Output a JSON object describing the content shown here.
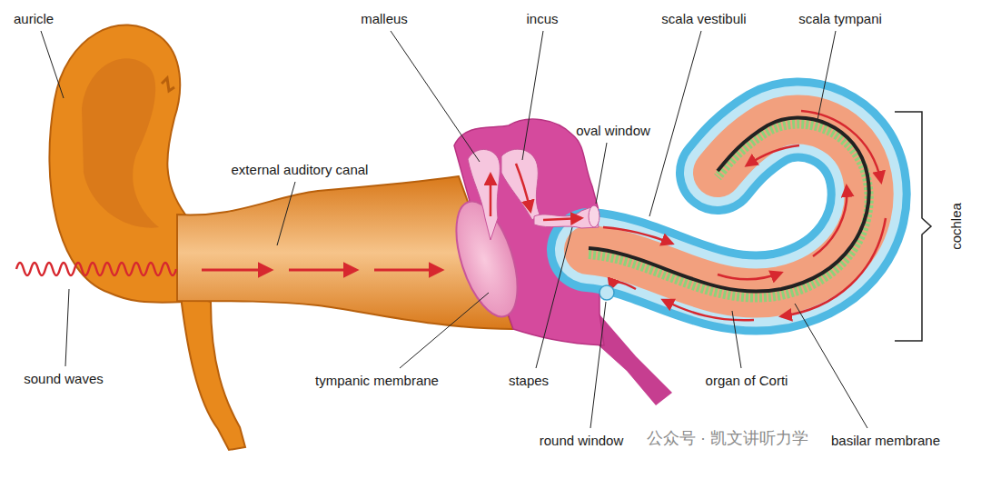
{
  "diagram": {
    "labels": [
      "auricle",
      "malleus",
      "incus",
      "scala vestibuli",
      "scala tympani",
      "oval window",
      "external auditory canal",
      "cochlea",
      "sound waves",
      "tympanic membrane",
      "stapes",
      "organ of Corti",
      "round window",
      "basilar membrane",
      "公众号 · 凯文讲听力学"
    ]
  }
}
